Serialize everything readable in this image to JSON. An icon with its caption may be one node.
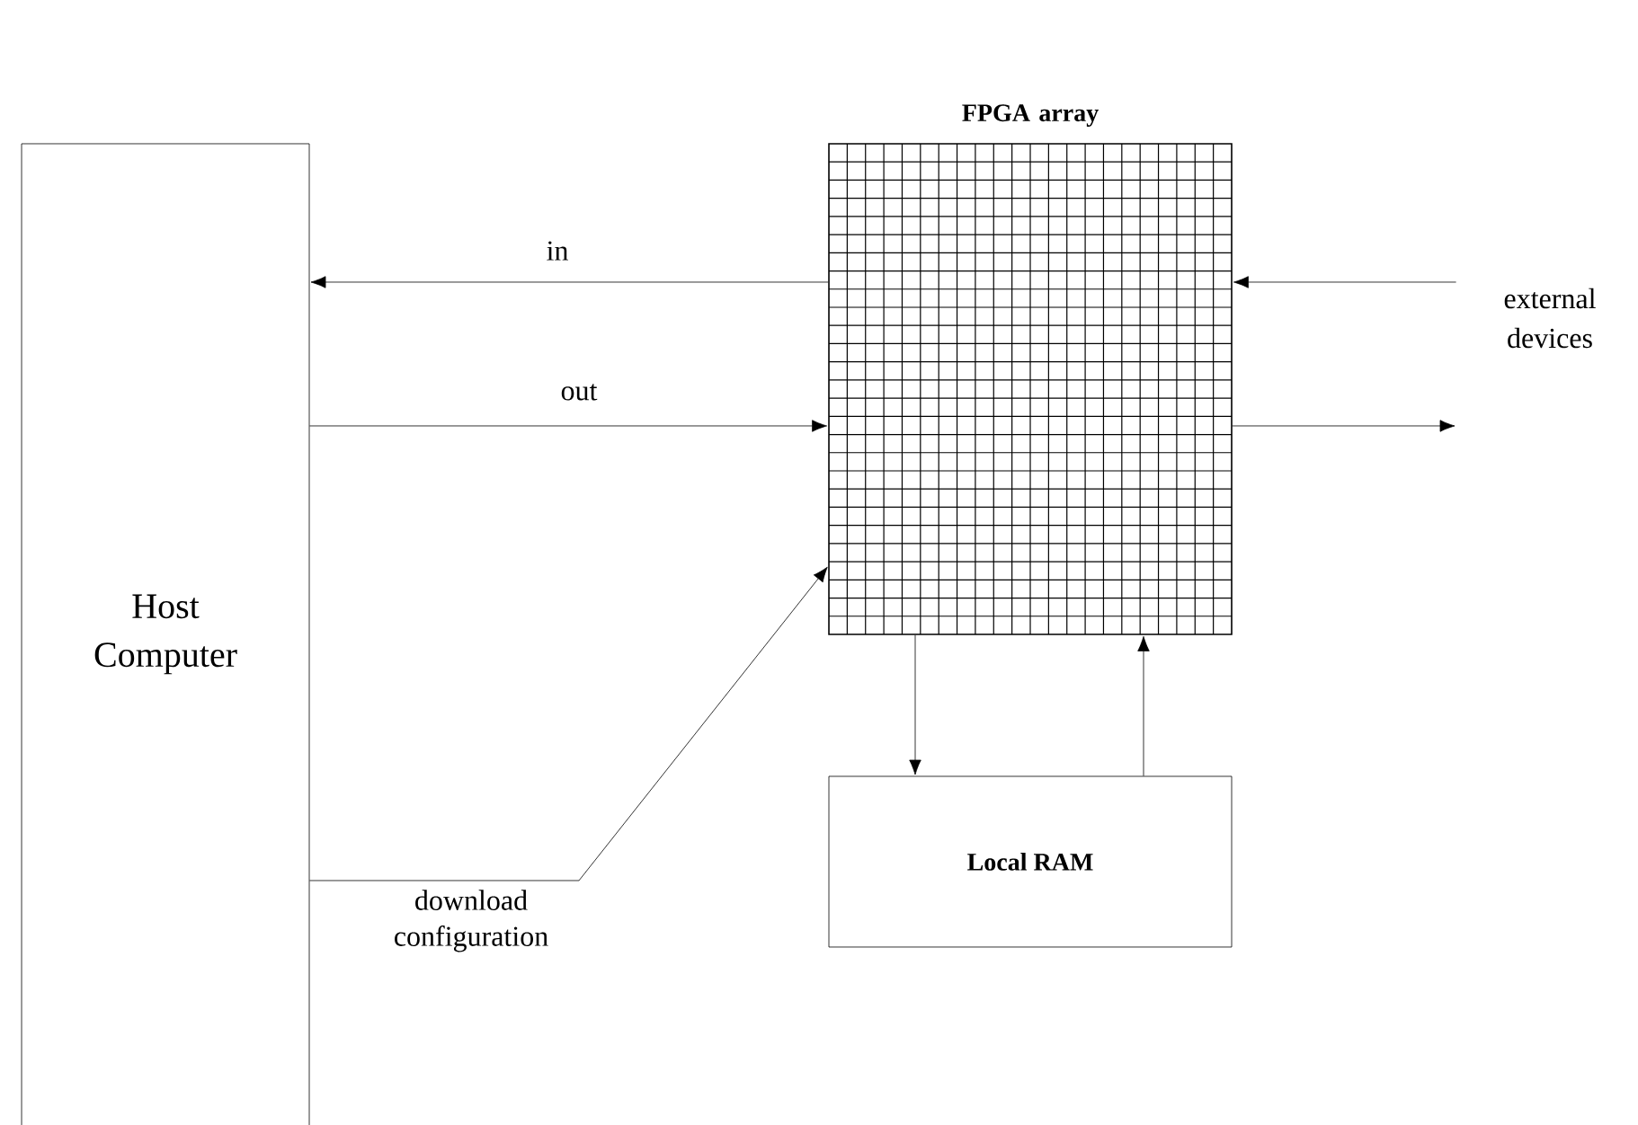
{
  "diagram": {
    "nodes": [
      {
        "text": [
          "Host Computer"
        ]
      },
      {
        "text": [
          "FPGA array"
        ]
      },
      {
        "text": [
          "Local RAM"
        ]
      },
      {
        "text": [
          "external devices"
        ]
      }
    ],
    "edges": [
      {
        "from": 1,
        "to": 0,
        "arrow": "to",
        "label": "in"
      },
      {
        "from": 0,
        "to": 1,
        "arrow": "to",
        "label": "out"
      },
      {
        "from": 0,
        "to": 1,
        "arrow": "to",
        "label": "download configuration"
      },
      {
        "from": 1,
        "to": 2,
        "arrow": "to"
      },
      {
        "from": 2,
        "to": 1,
        "arrow": "to"
      },
      {
        "from": 3,
        "to": 1,
        "arrow": "to"
      },
      {
        "from": 1,
        "to": 3,
        "arrow": "to"
      }
    ]
  }
}
